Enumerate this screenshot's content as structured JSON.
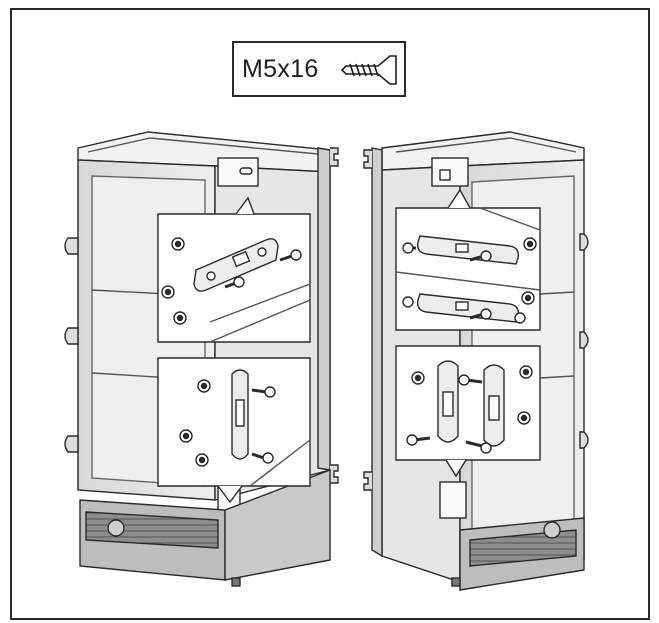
{
  "fastener": {
    "size_label": "M5x16",
    "icon": "screw-icon"
  },
  "units": [
    {
      "name": "left-appliance",
      "hinge_side": "right"
    },
    {
      "name": "right-appliance",
      "hinge_side": "left"
    }
  ],
  "detail_views": [
    {
      "name": "left-top-bracket",
      "icon": "bracket-horizontal-icon"
    },
    {
      "name": "left-bottom-bracket",
      "icon": "bracket-vertical-icon"
    },
    {
      "name": "right-top-brackets",
      "icon": "bracket-pair-horizontal-icon"
    },
    {
      "name": "right-bottom-brackets",
      "icon": "bracket-pair-vertical-icon"
    }
  ],
  "colors": {
    "line": "#2a2a2a",
    "cabinet_fill": "#e4e4e4",
    "panel_fill": "#efefef",
    "plinth_fill": "#9a9a9a"
  }
}
